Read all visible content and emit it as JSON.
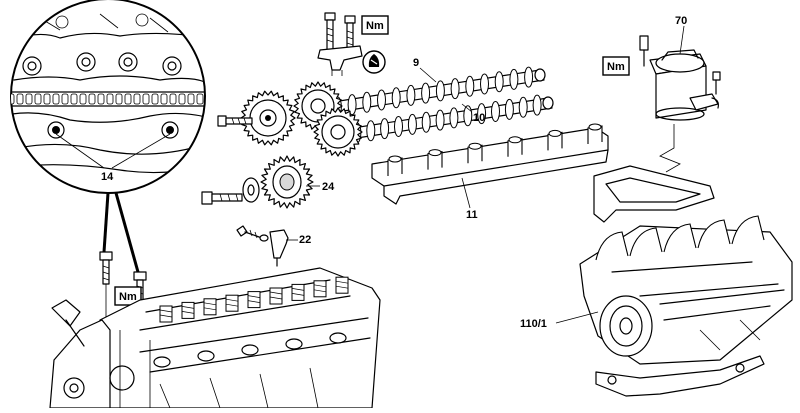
{
  "callouts": {
    "c9": "9",
    "c10": "10",
    "c11": "11",
    "c14": "14",
    "c22": "22",
    "c24": "24",
    "c70": "70",
    "c110": "110/1"
  },
  "torque_badges": {
    "top": "Nm",
    "right": "Nm",
    "left": "Nm"
  }
}
